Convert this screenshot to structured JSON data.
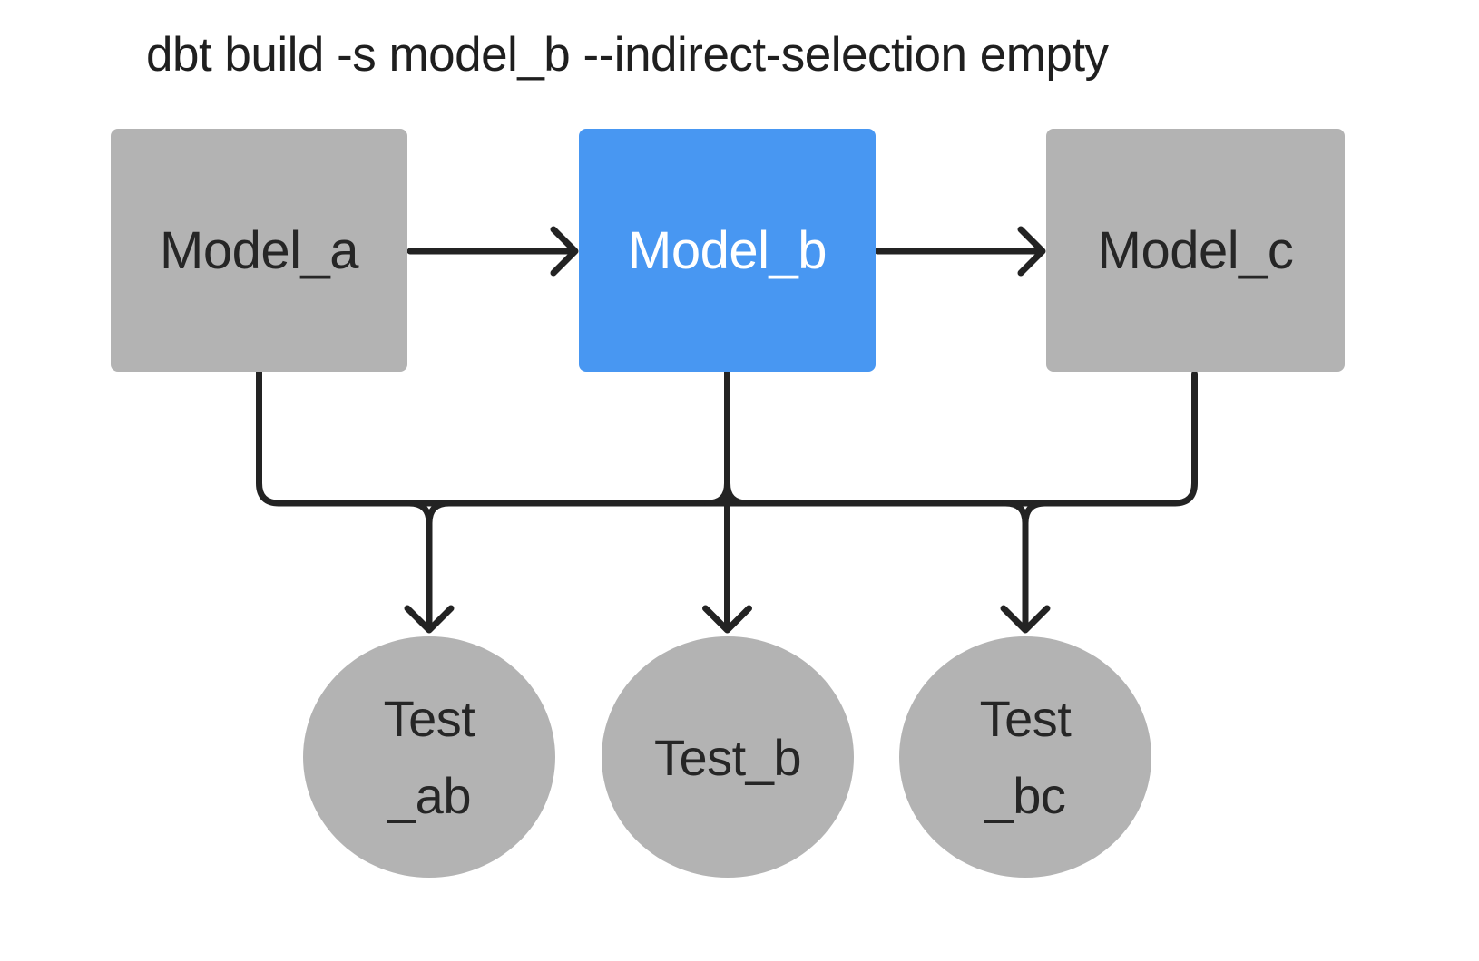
{
  "title": "dbt build -s model_b --indirect-selection empty",
  "colors": {
    "background": "#ffffff",
    "node_unselected": "#b3b3b3",
    "node_selected": "#4897f2",
    "line": "#232323",
    "text_dark": "#262626",
    "text_light": "#ffffff",
    "title_text": "#1f1f1f"
  },
  "nodes": {
    "models": [
      {
        "id": "model_a",
        "label": "Model_a",
        "state": "unselected",
        "shape": "rect"
      },
      {
        "id": "model_b",
        "label": "Model_b",
        "state": "selected",
        "shape": "rect"
      },
      {
        "id": "model_c",
        "label": "Model_c",
        "state": "unselected",
        "shape": "rect"
      }
    ],
    "tests": [
      {
        "id": "test_ab",
        "label_lines": [
          "Test",
          "_ab"
        ],
        "state": "unselected",
        "shape": "circle"
      },
      {
        "id": "test_b",
        "label_lines": [
          "Test_b"
        ],
        "state": "unselected",
        "shape": "circle"
      },
      {
        "id": "test_bc",
        "label_lines": [
          "Test",
          "_bc"
        ],
        "state": "unselected",
        "shape": "circle"
      }
    ]
  },
  "edges": [
    {
      "from": "model_a",
      "to": "model_b"
    },
    {
      "from": "model_b",
      "to": "model_c"
    },
    {
      "from": "model_a",
      "to": "test_ab"
    },
    {
      "from": "model_b",
      "to": "test_ab"
    },
    {
      "from": "model_b",
      "to": "test_b"
    },
    {
      "from": "model_b",
      "to": "test_bc"
    },
    {
      "from": "model_c",
      "to": "test_bc"
    }
  ]
}
